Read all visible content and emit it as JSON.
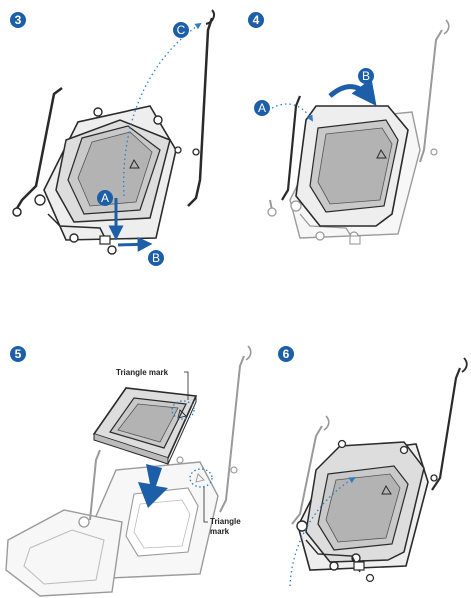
{
  "colors": {
    "accent": "#1d5ea8",
    "dotted": "#2d7ec4",
    "line_dark": "#2a2a2a",
    "line_light": "#9a9a9a",
    "cpu_fill": "#c9c9c9",
    "cpu_inner": "#b3b3b3"
  },
  "steps": [
    {
      "number": "3",
      "labels": {
        "a": "A",
        "b": "B",
        "c": "C"
      }
    },
    {
      "number": "4",
      "labels": {
        "a": "A",
        "b": "B"
      }
    },
    {
      "number": "5",
      "labels": {
        "triangle_top": "Triangle mark",
        "triangle_bottom_1": "Triangle",
        "triangle_bottom_2": "mark"
      }
    },
    {
      "number": "6"
    }
  ]
}
